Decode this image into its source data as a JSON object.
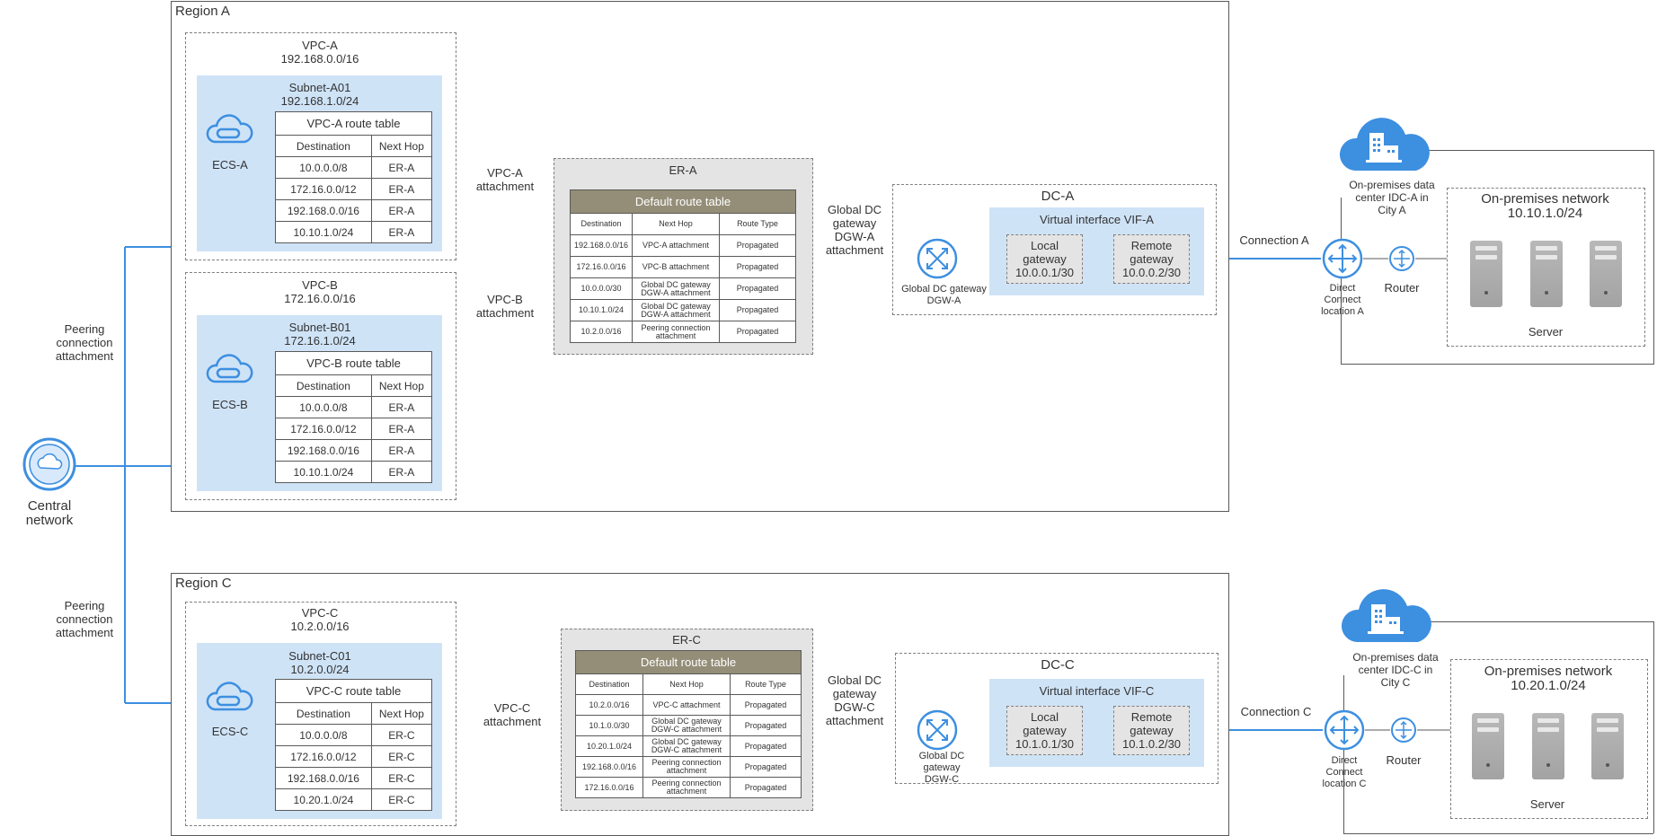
{
  "colors": {
    "line": "#3d8fe0",
    "subnet_fill": "#cfe3f7",
    "er_fill": "#e4e4e4",
    "table_header": "#948e78",
    "icon_blue": "#3d8fe0"
  },
  "central": {
    "label": "Central\nnetwork",
    "icon": "cloud-network-icon"
  },
  "peering_labels": [
    "Peering\nconnection\nattachment",
    "Peering\nconnection\nattachment"
  ],
  "region_a": {
    "title": "Region A",
    "vpc_a": {
      "name": "VPC-A",
      "cidr": "192.168.0.0/16",
      "subnet_name": "Subnet-A01",
      "subnet_cidr": "192.168.1.0/24",
      "ecs": "ECS-A",
      "table_title": "VPC-A route table",
      "headers": [
        "Destination",
        "Next Hop"
      ],
      "rows": [
        [
          "10.0.0.0/8",
          "ER-A"
        ],
        [
          "172.16.0.0/12",
          "ER-A"
        ],
        [
          "192.168.0.0/16",
          "ER-A"
        ],
        [
          "10.10.1.0/24",
          "ER-A"
        ]
      ],
      "attach_label": "VPC-A\nattachment"
    },
    "vpc_b": {
      "name": "VPC-B",
      "cidr": "172.16.0.0/16",
      "subnet_name": "Subnet-B01",
      "subnet_cidr": "172.16.1.0/24",
      "ecs": "ECS-B",
      "table_title": "VPC-B route table",
      "headers": [
        "Destination",
        "Next Hop"
      ],
      "rows": [
        [
          "10.0.0.0/8",
          "ER-A"
        ],
        [
          "172.16.0.0/12",
          "ER-A"
        ],
        [
          "192.168.0.0/16",
          "ER-A"
        ],
        [
          "10.10.1.0/24",
          "ER-A"
        ]
      ],
      "attach_label": "VPC-B\nattachment"
    },
    "er": {
      "name": "ER-A",
      "table_title": "Default route table",
      "headers": [
        "Destination",
        "Next Hop",
        "Route Type"
      ],
      "rows": [
        [
          "192.168.0.0/16",
          "VPC-A attachment",
          "Propagated"
        ],
        [
          "172.16.0.0/16",
          "VPC-B attachment",
          "Propagated"
        ],
        [
          "10.0.0.0/30",
          "Global DC gateway\nDGW-A attachment",
          "Propagated"
        ],
        [
          "10.10.1.0/24",
          "Global DC gateway\nDGW-A attachment",
          "Propagated"
        ],
        [
          "10.2.0.0/16",
          "Peering connection\nattachment",
          "Propagated"
        ]
      ]
    },
    "dgw_attach_label": "Global DC\ngateway\nDGW-A\nattachment",
    "dgw_label": "Global DC gateway\nDGW-A",
    "dc": {
      "name": "DC-A",
      "vif": "Virtual interface VIF-A",
      "local": "Local\ngateway\n10.0.0.1/30",
      "remote": "Remote\ngateway\n10.0.0.2/30"
    },
    "connection": "Connection A",
    "dc_location": "Direct\nConnect\nlocation A",
    "router": "Router",
    "idc": "On-premises data\ncenter IDC-A in\nCity A",
    "onprem_title": "On-premises network",
    "onprem_cidr": "10.10.1.0/24",
    "server": "Server"
  },
  "region_c": {
    "title": "Region C",
    "vpc_c": {
      "name": "VPC-C",
      "cidr": "10.2.0.0/16",
      "subnet_name": "Subnet-C01",
      "subnet_cidr": "10.2.0.0/24",
      "ecs": "ECS-C",
      "table_title": "VPC-C route table",
      "headers": [
        "Destination",
        "Next Hop"
      ],
      "rows": [
        [
          "10.0.0.0/8",
          "ER-C"
        ],
        [
          "172.16.0.0/12",
          "ER-C"
        ],
        [
          "192.168.0.0/16",
          "ER-C"
        ],
        [
          "10.20.1.0/24",
          "ER-C"
        ]
      ],
      "attach_label": "VPC-C\nattachment"
    },
    "er": {
      "name": "ER-C",
      "table_title": "Default route table",
      "headers": [
        "Destination",
        "Next Hop",
        "Route Type"
      ],
      "rows": [
        [
          "10.2.0.0/16",
          "VPC-C attachment",
          "Propagated"
        ],
        [
          "10.1.0.0/30",
          "Global DC gateway\nDGW-C attachment",
          "Propagated"
        ],
        [
          "10.20.1.0/24",
          "Global DC gateway\nDGW-C attachment",
          "Propagated"
        ],
        [
          "192.168.0.0/16",
          "Peering connection\nattachment",
          "Propagated"
        ],
        [
          "172.16.0.0/16",
          "Peering connection\nattachment",
          "Propagated"
        ]
      ]
    },
    "dgw_attach_label": "Global DC\ngateway\nDGW-C\nattachment",
    "dgw_label": "Global DC\ngateway\nDGW-C",
    "dc": {
      "name": "DC-C",
      "vif": "Virtual interface VIF-C",
      "local": "Local\ngateway\n10.1.0.1/30",
      "remote": "Remote\ngateway\n10.1.0.2/30"
    },
    "connection": "Connection C",
    "dc_location": "Direct\nConnect\nlocation C",
    "router": "Router",
    "idc": "On-premises data\ncenter IDC-C in\nCity C",
    "onprem_title": "On-premises network",
    "onprem_cidr": "10.20.1.0/24",
    "server": "Server"
  }
}
